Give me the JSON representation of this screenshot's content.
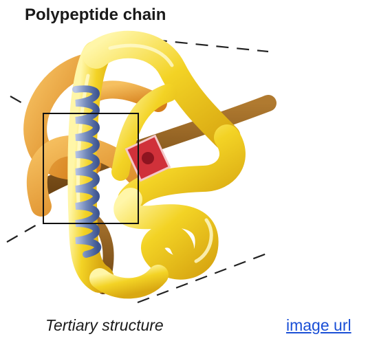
{
  "diagram": {
    "title": "Polypeptide chain",
    "caption": "Tertiary structure",
    "link_label": "image url"
  },
  "colors": {
    "backbone_yellow": "#f3d325",
    "backbone_shadow": "#d9a812",
    "loop_orange": "#e89a2c",
    "rod_brown": "#8a5a1e",
    "helix_blue": "#6f86b8",
    "heme_red": "#d0313a",
    "link_blue": "#1a4fd6"
  }
}
